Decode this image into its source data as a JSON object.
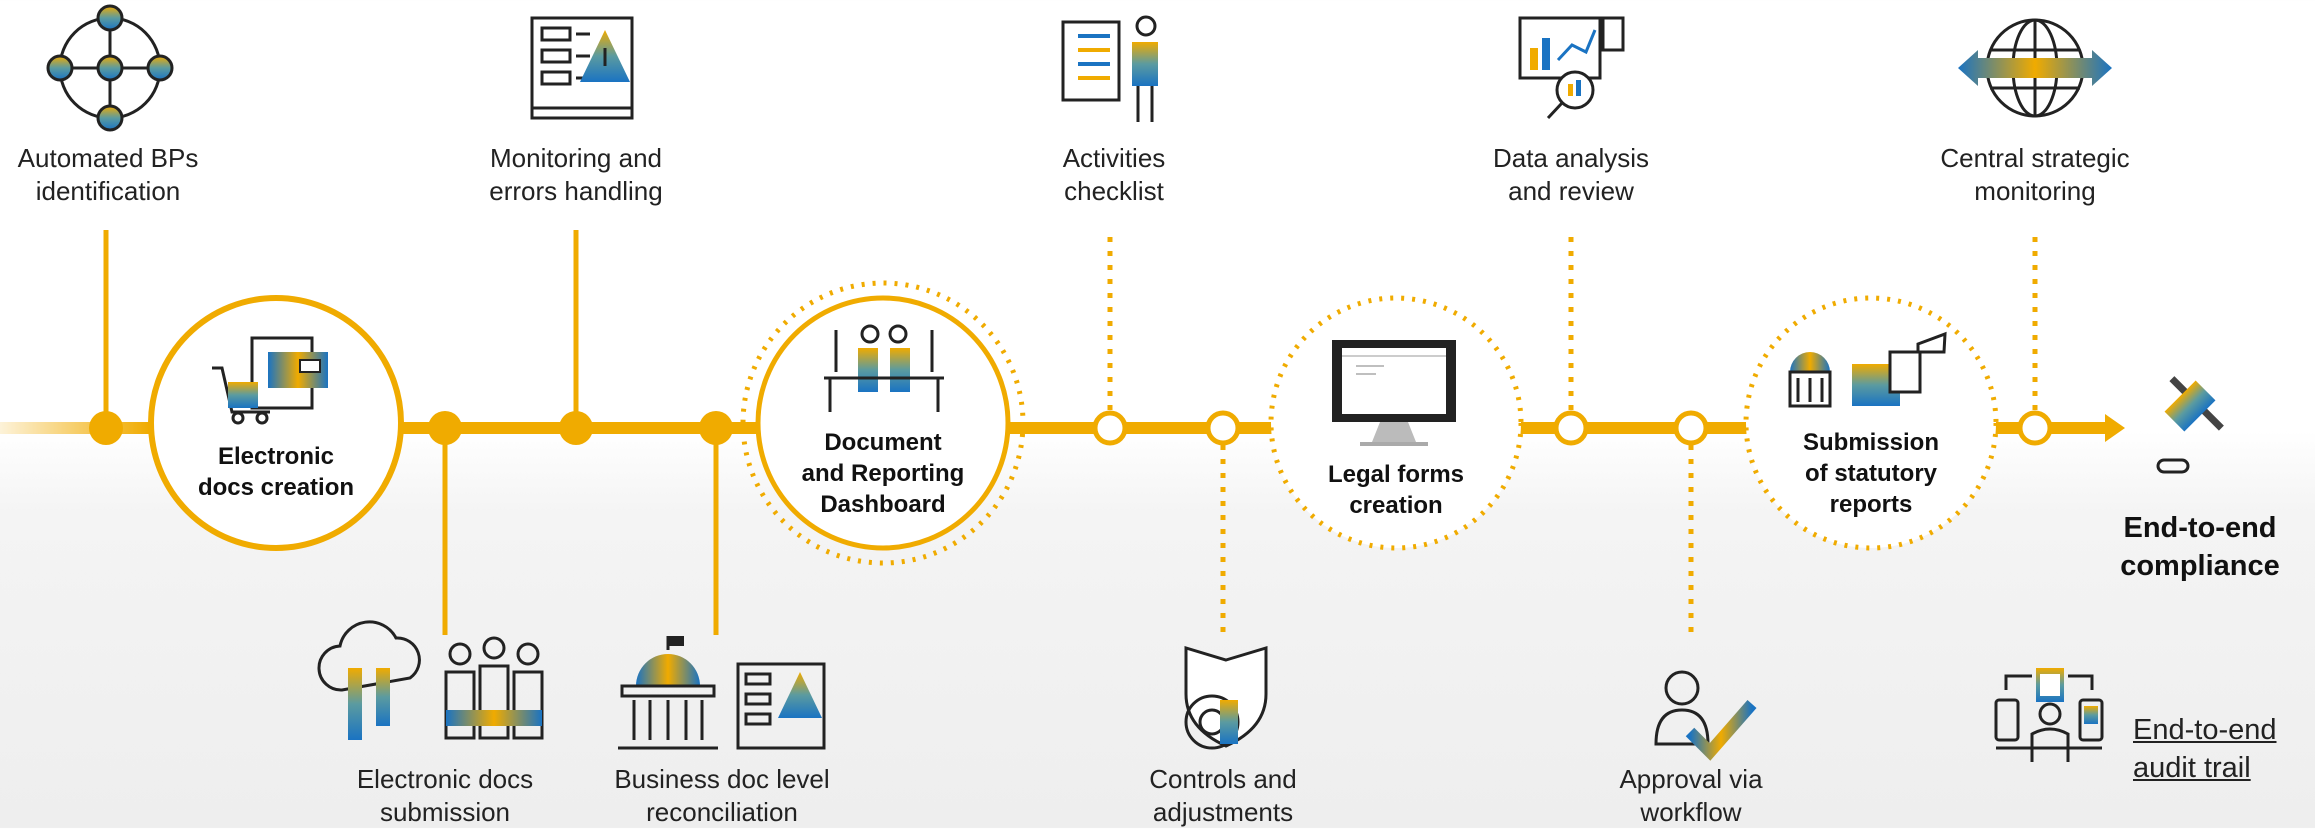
{
  "colors": {
    "accent": "#f0ab00",
    "blue": "#1a73c2",
    "teal": "#5b9ba0",
    "dark": "#222222"
  },
  "top_steps": [
    {
      "lines": [
        "Automated BPs",
        "identification"
      ],
      "icon": "network-people-icon"
    },
    {
      "lines": [
        "Monitoring and",
        "errors handling"
      ],
      "icon": "document-warning-icon"
    },
    {
      "lines": [
        "Activities",
        "checklist"
      ],
      "icon": "checklist-person-icon"
    },
    {
      "lines": [
        "Data analysis",
        "and review"
      ],
      "icon": "data-analysis-icon"
    },
    {
      "lines": [
        "Central strategic",
        "monitoring"
      ],
      "icon": "globe-icon"
    }
  ],
  "bottom_steps": [
    {
      "lines": [
        "Electronic docs",
        "submission"
      ],
      "icon": "cloud-people-icon"
    },
    {
      "lines": [
        "Business doc level",
        "reconciliation"
      ],
      "icon": "government-document-icon"
    },
    {
      "lines": [
        "Controls and",
        "adjustments"
      ],
      "icon": "shield-gear-icon"
    },
    {
      "lines": [
        "Approval via",
        "workflow"
      ],
      "icon": "person-check-icon"
    }
  ],
  "circles": [
    {
      "lines": [
        "Electronic",
        "docs creation"
      ],
      "icon": "cart-documents-icon",
      "style": "solid"
    },
    {
      "lines": [
        "Document",
        "and Reporting",
        "Dashboard"
      ],
      "icon": "people-desks-icon",
      "style": "dotted"
    },
    {
      "lines": [
        "Legal forms",
        "creation"
      ],
      "icon": "monitor-icon",
      "style": "dotted"
    },
    {
      "lines": [
        "Submission",
        "of statutory",
        "reports"
      ],
      "icon": "government-buildings-icon",
      "style": "dotted"
    }
  ],
  "final": {
    "lines": [
      "End-to-end",
      "compliance"
    ],
    "icon": "gavel-icon"
  },
  "audit": {
    "lines": [
      "End-to-end",
      "audit trail"
    ],
    "icon": "audit-devices-icon"
  }
}
